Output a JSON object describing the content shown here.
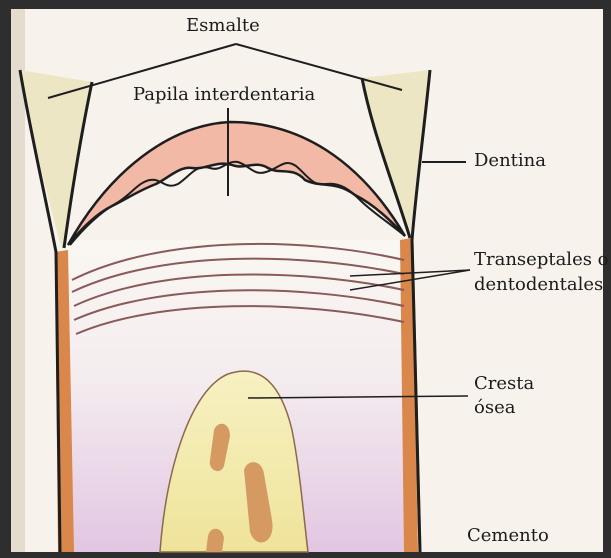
{
  "labels": {
    "esmalte": "Esmalte",
    "papila": "Papila interdentaria",
    "dentina": "Dentina",
    "transeptales_line1": "Transeptales o",
    "transeptales_line2": "dentodentales",
    "cresta_line1": "Cresta",
    "cresta_line2": "ósea",
    "cemento": "Cemento"
  },
  "colors": {
    "frame_dark": "#2e2e2e",
    "background": "#f7f3ec",
    "enamel": "#ece6c4",
    "papilla": "#f2b9a6",
    "cementum": "#d9874a",
    "bone": "#f1eaa4",
    "bone_inclusion": "#d49a62",
    "tissue_pink": "#e7cde6",
    "outline": "#1e1e1e",
    "fiber": "#8a5a5a"
  }
}
